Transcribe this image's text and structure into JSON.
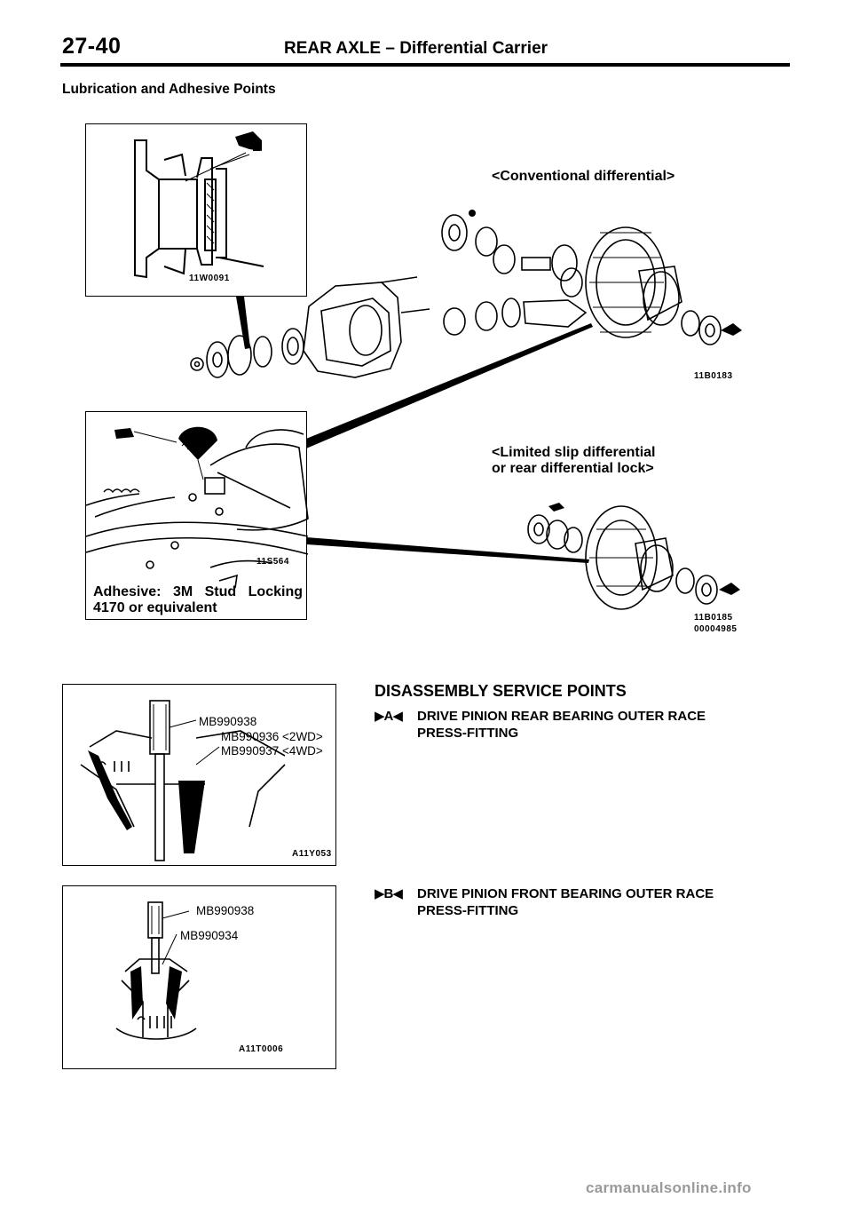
{
  "header": {
    "page_number": "27-40",
    "title": "REAR AXLE – Differential Carrier"
  },
  "section_title": "Lubrication and Adhesive Points",
  "figure_codes": {
    "pinion_detail": "11W0091",
    "conventional": "11B0183",
    "adhesive_detail": "11S564",
    "limited_slip": "11B0185",
    "limited_slip_sub": "00004985",
    "rear_bearing": "A11Y053",
    "front_bearing": "A11T0006"
  },
  "labels": {
    "conventional": "<Conventional differential>",
    "limited_slip_line1": "<Limited slip differential",
    "limited_slip_line2": "or rear differential lock>",
    "adhesive_line1": "Adhesive: 3M Stud Locking",
    "adhesive_line2": "4170 or equivalent"
  },
  "tools_a": {
    "tool1": "MB990938",
    "tool2": "MB990936 <2WD>",
    "tool3": "MB990937 <4WD>"
  },
  "tools_b": {
    "tool1": "MB990938",
    "tool2": "MB990934"
  },
  "service": {
    "heading": "DISASSEMBLY SERVICE POINTS",
    "items": [
      {
        "mark": "▶A◀",
        "line1": "DRIVE PINION REAR BEARING OUTER RACE",
        "line2": "PRESS-FITTING"
      },
      {
        "mark": "▶B◀",
        "line1": "DRIVE PINION FRONT BEARING OUTER RACE",
        "line2": "PRESS-FITTING"
      }
    ]
  },
  "watermark": "carmanualsonline.info"
}
